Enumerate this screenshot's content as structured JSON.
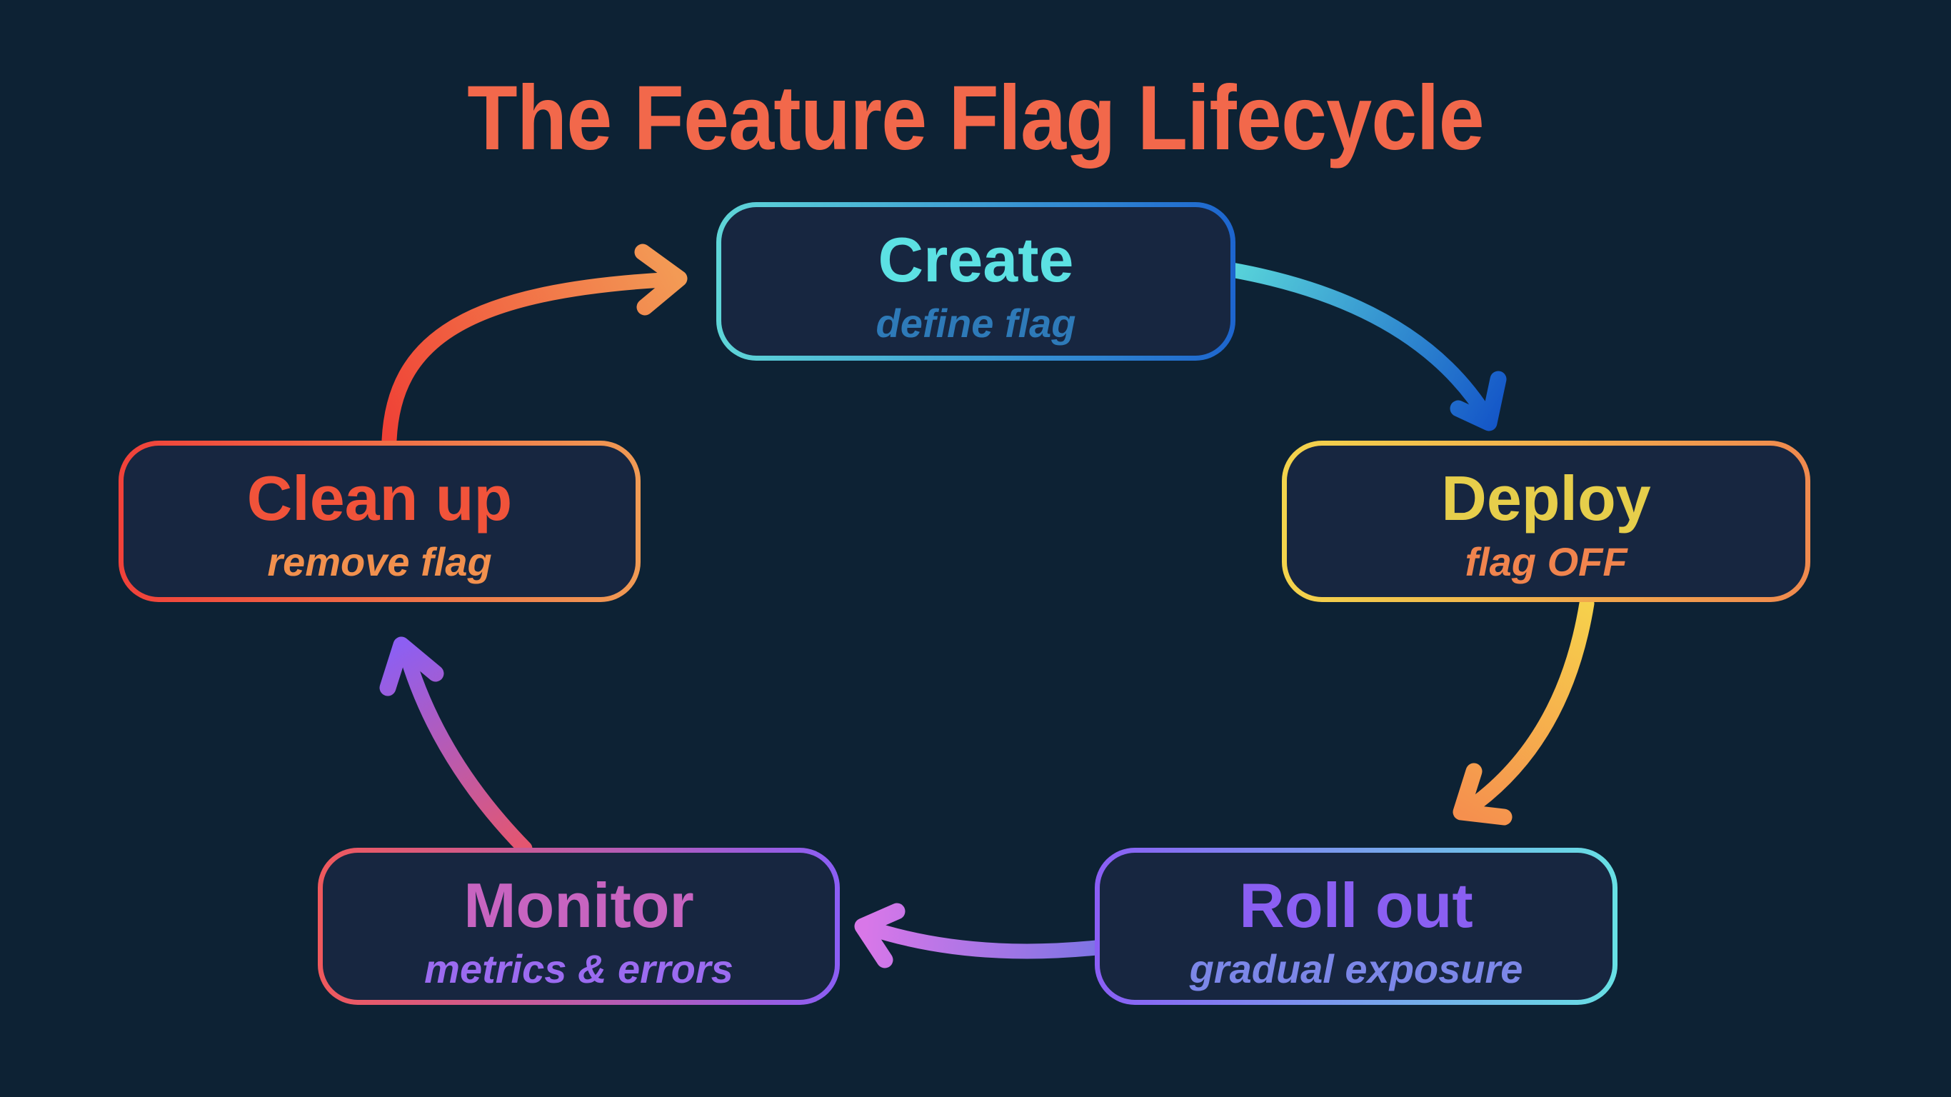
{
  "title": {
    "text": "The Feature Flag Lifecycle",
    "color": "#f2684b"
  },
  "background_color": "#0d2234",
  "node_fill_color": "#172640",
  "nodes": [
    {
      "id": "create",
      "label": "Create",
      "sublabel": "define flag",
      "label_color": "#5ce1e3",
      "sublabel_color": "#2e7ab8",
      "border_from": "#5fd6d8",
      "border_to": "#1d65ce"
    },
    {
      "id": "deploy",
      "label": "Deploy",
      "sublabel": "flag OFF",
      "label_color": "#e6ce4b",
      "sublabel_color": "#f0844e",
      "border_from": "#f3d44c",
      "border_to": "#f0894e"
    },
    {
      "id": "rollout",
      "label": "Roll out",
      "sublabel": "gradual exposure",
      "label_color": "#8a5ff2",
      "sublabel_color": "#7c87e8",
      "border_from": "#8a5ef5",
      "border_to": "#67e0e4"
    },
    {
      "id": "monitor",
      "label": "Monitor",
      "sublabel": "metrics & errors",
      "label_color": "#c764c0",
      "sublabel_color": "#9b6bf0",
      "border_from": "#f0595c",
      "border_to": "#8b5ef5"
    },
    {
      "id": "cleanup",
      "label": "Clean up",
      "sublabel": "remove flag",
      "label_color": "#f1533a",
      "sublabel_color": "#f2904e",
      "border_from": "#f0413a",
      "border_to": "#f09a54"
    }
  ],
  "arrows": [
    {
      "id": "create-to-deploy",
      "from": "Create",
      "to": "Deploy",
      "color_from": "#58d4da",
      "color_to": "#1456c8"
    },
    {
      "id": "deploy-to-rollout",
      "from": "Deploy",
      "to": "Roll out",
      "color_from": "#f6d14c",
      "color_to": "#f5904e"
    },
    {
      "id": "rollout-to-monitor",
      "from": "Roll out",
      "to": "Monitor",
      "color_from": "#7b74e4",
      "color_to": "#d877e8"
    },
    {
      "id": "monitor-to-cleanup",
      "from": "Monitor",
      "to": "Clean up",
      "color_from": "#e5566e",
      "color_to": "#8d5ff2"
    },
    {
      "id": "cleanup-to-create",
      "from": "Clean up",
      "to": "Create",
      "color_from": "#ef4136",
      "color_to": "#f39a55"
    }
  ]
}
